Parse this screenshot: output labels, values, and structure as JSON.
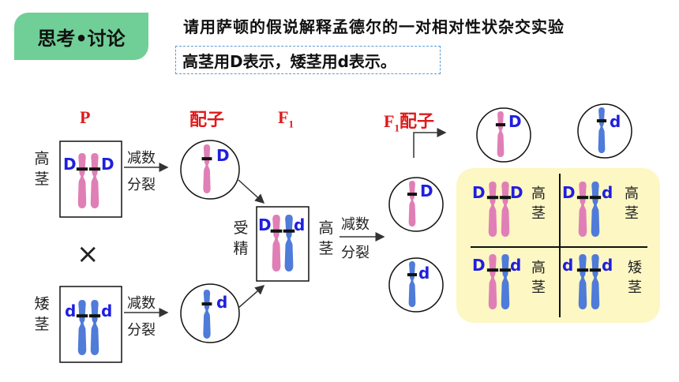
{
  "badge": "思考•讨论",
  "question": "请用萨顿的假说解释孟德尔的一对相对性状杂交实验",
  "note": "高茎用D表示，矮茎用d表示。",
  "headers": {
    "p": "P",
    "gamete": "配子",
    "f1": "F",
    "f1_sub": "1",
    "f1_gamete_f": "F",
    "f1_gamete_sub": "1",
    "f1_gamete_label": "配子"
  },
  "labels": {
    "tall_v": "高茎",
    "dwarf_v": "矮茎",
    "fert_v": "受精",
    "f1_tall_v": "高茎"
  },
  "steps": {
    "meiosis_top_1": "减数",
    "meiosis_top_2": "分裂",
    "meiosis_bottom_1": "减数",
    "meiosis_bottom_2": "分裂",
    "meiosis_f1_1": "减数",
    "meiosis_f1_2": "分裂"
  },
  "cross_symbol": "×",
  "genes": {
    "tall_left": "D",
    "tall_right": "D",
    "dwarf_left": "d",
    "dwarf_right": "d",
    "gamete_D": "D",
    "gamete_d": "d",
    "f1_left": "D",
    "f1_right": "d",
    "f1_gamete_D_left": "D",
    "f1_gamete_d_left": "d",
    "f1_gamete_D_top": "D",
    "f1_gamete_d_top": "d"
  },
  "offspring": [
    {
      "left": "D",
      "right": "D",
      "phenotype": "高茎",
      "colors": [
        "pink",
        "pink"
      ]
    },
    {
      "left": "D",
      "right": "d",
      "phenotype": "高茎",
      "colors": [
        "pink",
        "blue"
      ]
    },
    {
      "left": "D",
      "right": "d",
      "phenotype": "高茎",
      "colors": [
        "pink",
        "blue"
      ]
    },
    {
      "left": "d",
      "right": "d",
      "phenotype": "矮茎",
      "colors": [
        "blue",
        "blue"
      ]
    }
  ],
  "colors": {
    "pink": "#e07fb6",
    "blue": "#4f7bd9",
    "gene_text": "#1f1fe0",
    "header_red": "#e0191b",
    "badge_green": "#6fcf97",
    "punnett_bg": "#fdf7c3"
  }
}
